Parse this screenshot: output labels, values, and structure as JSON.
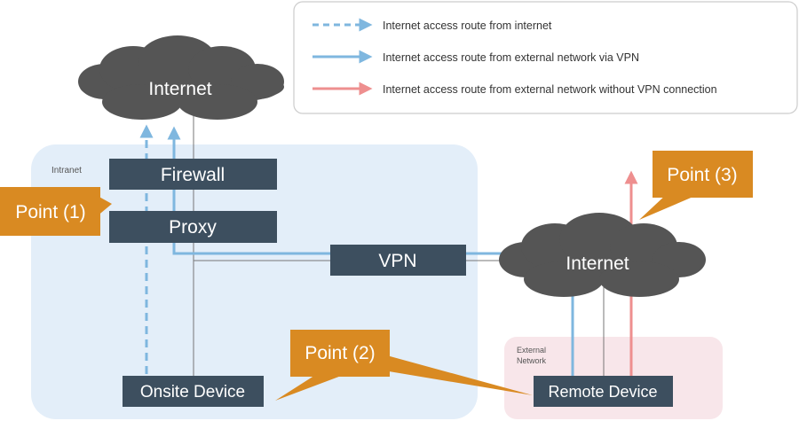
{
  "legend": {
    "items": [
      {
        "label": "Internet access route from internet",
        "color": "#7fb7df",
        "dashed": true
      },
      {
        "label": "Internet access route from external network via VPN",
        "color": "#7fb7df",
        "dashed": false
      },
      {
        "label": "Internet access route from external network without VPN connection",
        "color": "#ee8f8f",
        "dashed": false
      }
    ]
  },
  "zones": {
    "intranet": "Intranet",
    "external_line1": "External",
    "external_line2": "Network"
  },
  "clouds": {
    "internet_top": "Internet",
    "internet_right": "Internet"
  },
  "nodes": {
    "firewall": "Firewall",
    "proxy": "Proxy",
    "vpn": "VPN",
    "onsite": "Onsite Device",
    "remote": "Remote Device"
  },
  "callouts": {
    "point1": "Point (1)",
    "point2": "Point (2)",
    "point3": "Point (3)"
  },
  "colors": {
    "blue_route": "#7fb7df",
    "red_route": "#ee8f8f",
    "node_fill": "#3d4f5f",
    "callout_fill": "#d98a22",
    "cloud_fill": "#555555",
    "intranet_bg": "#e3eef9",
    "external_bg": "#f8e6ea"
  }
}
